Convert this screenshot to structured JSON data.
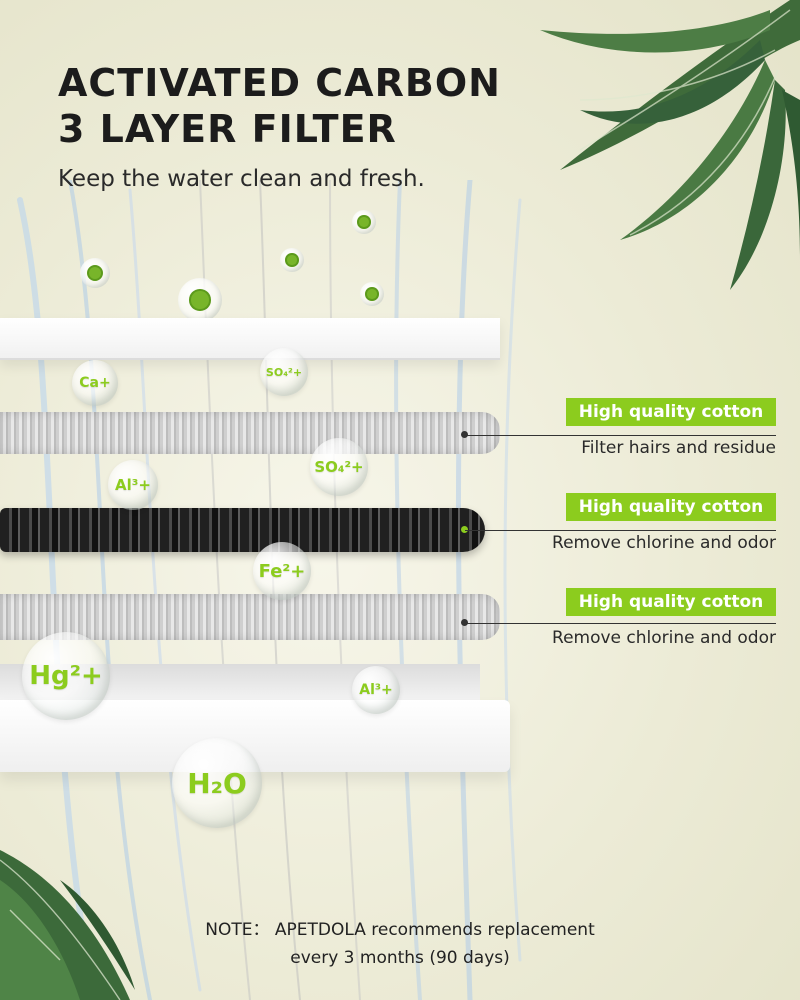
{
  "title": {
    "line1": "ACTIVATED CARBON",
    "line2": "3 LAYER FILTER"
  },
  "subtitle": "Keep the water clean and fresh.",
  "callouts": [
    {
      "tag": "High quality cotton",
      "desc": "Filter hairs and residue"
    },
    {
      "tag": "High quality cotton",
      "desc": "Remove chlorine and odor"
    },
    {
      "tag": "High quality cotton",
      "desc": "Remove chlorine and odor"
    }
  ],
  "bubbles": {
    "ca": "Ca+",
    "so4_top": "SO₄²+",
    "al_mid": "Al³+",
    "so4_mid": "SO₄²+",
    "fe": "Fe²+",
    "hg": "Hg²+",
    "al_low": "Al³+",
    "h2o": "H₂O"
  },
  "note": {
    "line1": "NOTE： APETDOLA recommends replacement",
    "line2": "every 3 months (90 days)"
  },
  "colors": {
    "accent": "#8ccc1e",
    "background": "#ecebd7",
    "text": "#222222"
  },
  "icons": [
    "monstera-leaf-icon",
    "virus-bubble-icon"
  ]
}
